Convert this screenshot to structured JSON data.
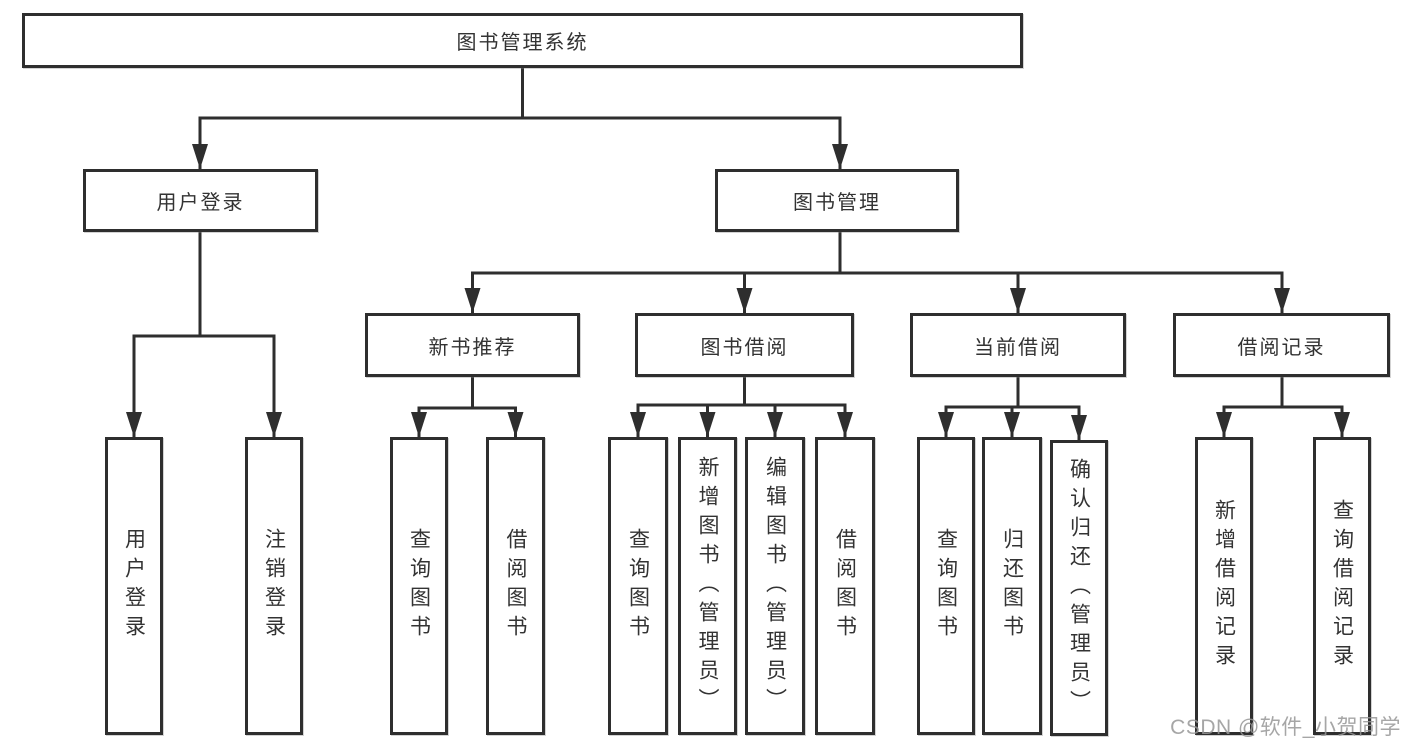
{
  "watermark": "CSDN @软件_小贺同学",
  "colors": {
    "line": "#2e2e2e",
    "box_border": "#2e2e2e",
    "box_background": "#ffffff",
    "text": "#333333",
    "watermark": "#969696"
  },
  "tree": {
    "root": {
      "label": "图书管理系统",
      "children": [
        {
          "label": "用户登录",
          "children": [
            {
              "label": "用户登录"
            },
            {
              "label": "注销登录"
            }
          ]
        },
        {
          "label": "图书管理",
          "children": [
            {
              "label": "新书推荐",
              "children": [
                {
                  "label": "查询图书"
                },
                {
                  "label": "借阅图书"
                }
              ]
            },
            {
              "label": "图书借阅",
              "children": [
                {
                  "label": "查询图书"
                },
                {
                  "label": "新增图书（管理员）"
                },
                {
                  "label": "编辑图书（管理员）"
                },
                {
                  "label": "借阅图书"
                }
              ]
            },
            {
              "label": "当前借阅",
              "children": [
                {
                  "label": "查询图书"
                },
                {
                  "label": "归还图书"
                },
                {
                  "label": "确认归还（管理员）"
                }
              ]
            },
            {
              "label": "借阅记录",
              "children": [
                {
                  "label": "新增借阅记录"
                },
                {
                  "label": "查询借阅记录"
                }
              ]
            }
          ]
        }
      ]
    }
  }
}
